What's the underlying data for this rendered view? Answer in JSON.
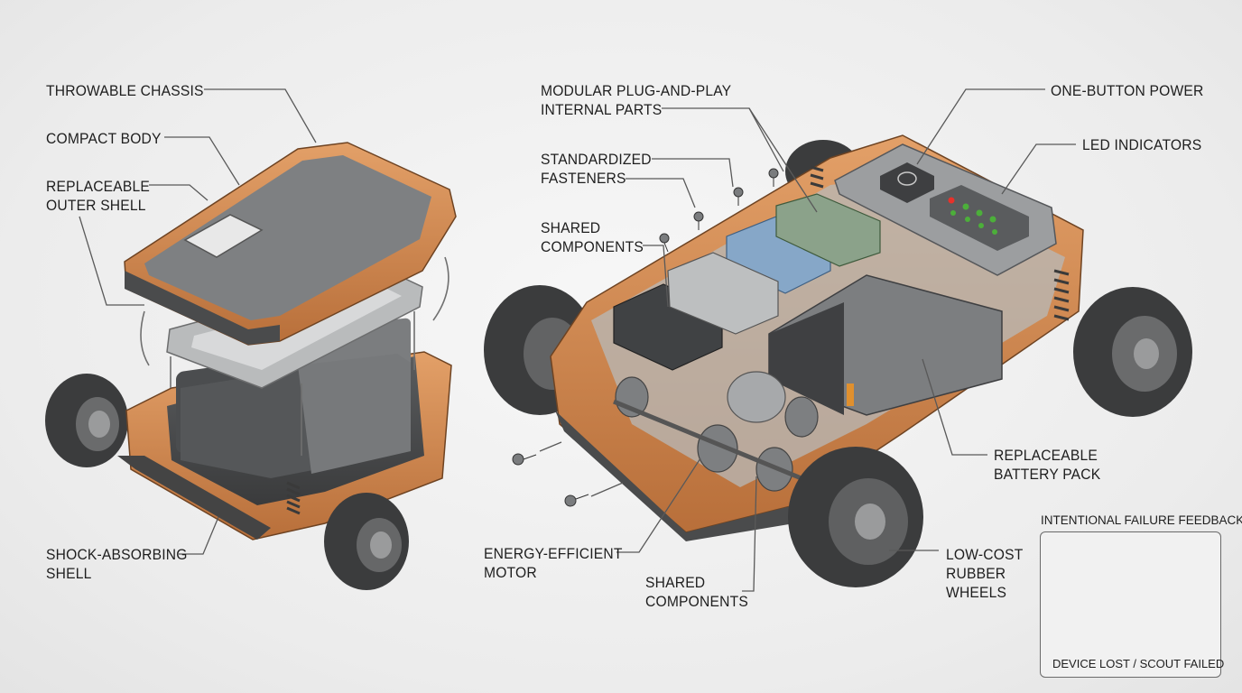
{
  "labels": {
    "throwable_chassis": "THROWABLE CHASSIS",
    "compact_body": "COMPACT BODY",
    "replaceable_outer_shell": [
      "REPLACEABLE",
      "OUTER SHELL"
    ],
    "shock_absorbing_shell": [
      "SHOCK-ABSORBING",
      "SHELL"
    ],
    "modular_parts": [
      "MODULAR PLUG-AND-PLAY",
      "INTERNAL PARTS"
    ],
    "standardized_fasteners": [
      "STANDARDIZED",
      "FASTENERS"
    ],
    "shared_components_top": [
      "SHARED",
      "COMPONENTS"
    ],
    "one_button_power": "ONE-BUTTON POWER",
    "led_indicators": "LED INDICATORS",
    "replaceable_battery_pack": [
      "REPLACEABLE",
      "BATTERY PACK"
    ],
    "energy_efficient_motor": [
      "ENERGY-EFFICIENT",
      "MOTOR"
    ],
    "shared_components_bottom": [
      "SHARED",
      "COMPONENTS"
    ],
    "low_cost_rubber_wheels": [
      "LOW-COST",
      "RUBBER",
      "WHEELS"
    ]
  },
  "inset": {
    "title": "INTENTIONAL FAILURE FEEDBACK",
    "caption": "DEVICE LOST / SCOUT FAILED"
  },
  "colors": {
    "shell_orange": "#d08a52",
    "body_gray": "#5e6062",
    "wheel_dark": "#3c3d3e",
    "alert_red": "#e8312a",
    "led_green": "#4caf3a"
  }
}
